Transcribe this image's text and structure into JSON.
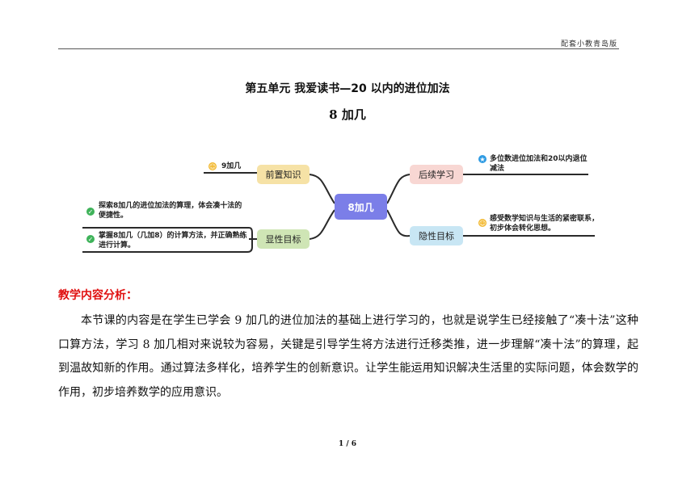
{
  "header": {
    "publisher": "配套小教青岛版"
  },
  "titles": {
    "unit": "第五单元  我爱读书—20 以内的进位加法",
    "lesson": "8 加几"
  },
  "mindmap": {
    "center": "8加几",
    "branches": {
      "prior": {
        "label": "前置知识",
        "items": [
          "9加几"
        ]
      },
      "explicit": {
        "label": "显性目标",
        "items": [
          "探索8加几的进位加法的算理，体会凑十法的便捷性。",
          "掌握8加几（几加8）的计算方法，并正确熟练进行计算。"
        ]
      },
      "follow": {
        "label": "后续学习",
        "items": [
          "多位数进位加法和20以内退位减法"
        ]
      },
      "implicit": {
        "label": "隐性目标",
        "items": [
          "感受数学知识与生活的紧密联系，初步体会转化思想。"
        ]
      }
    },
    "colors": {
      "center": "#7b7ee8",
      "prior": "#f6e2a6",
      "explicit": "#cfe5b5",
      "follow": "#f8d7d3",
      "implicit": "#c8e6f4",
      "line": "#2a2a2a"
    }
  },
  "analysis": {
    "title": "教学内容分析：",
    "body": "本节课的内容是在学生已学会 9 加几的进位加法的基础上进行学习的，也就是说学生已经接触了“凑十法”这种口算方法，学习 8 加几相对来说较为容易，关键是引导学生将方法进行迁移类推，进一步理解“凑十法”的算理，起到温故知新的作用。通过算法多样化，培养学生的创新意识。让学生能运用知识解决生活里的实际问题，体会数学的作用，初步培养数学的应用意识。"
  },
  "footer": {
    "page": "1 / 6"
  }
}
